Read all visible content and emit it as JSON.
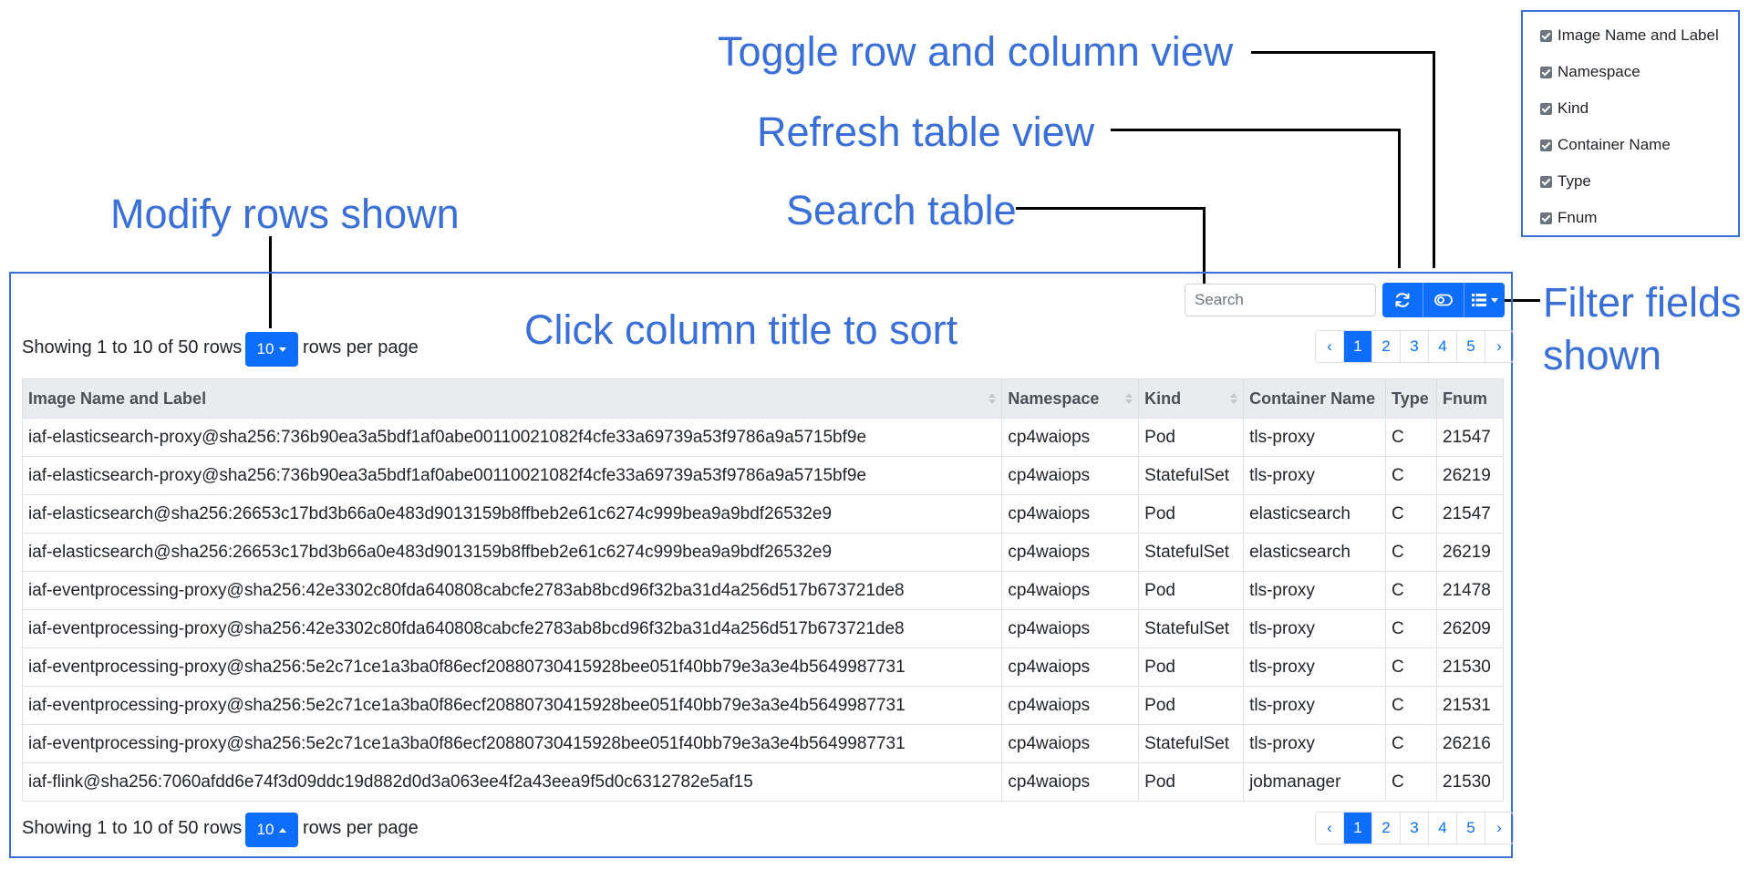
{
  "annotations": {
    "toggle": "Toggle row and column view",
    "refresh": "Refresh table view",
    "search": "Search table",
    "modify_rows": "Modify rows shown",
    "sort": "Click column title to sort",
    "filter_line1": "Filter fields",
    "filter_line2": "shown"
  },
  "column_options": [
    "Image Name and Label",
    "Namespace",
    "Kind",
    "Container Name",
    "Type",
    "Fnum"
  ],
  "search": {
    "placeholder": "Search"
  },
  "toolbar": {
    "icons": [
      "refresh-icon",
      "toggle-icon",
      "columns-icon"
    ]
  },
  "pagination_info": {
    "showing": "Showing 1 to 10 of 50 rows",
    "per_page": "10",
    "rows_per_page": "rows per page"
  },
  "pagination": {
    "prev": "‹",
    "next": "›",
    "pages": [
      "1",
      "2",
      "3",
      "4",
      "5"
    ],
    "active": "1"
  },
  "table": {
    "headers": [
      "Image Name and Label",
      "Namespace",
      "Kind",
      "Container Name",
      "Type",
      "Fnum"
    ],
    "rows": [
      [
        "iaf-elasticsearch-proxy@sha256:736b90ea3a5bdf1af0abe00110021082f4cfe33a69739a53f9786a9a5715bf9e",
        "cp4waiops",
        "Pod",
        "tls-proxy",
        "C",
        "21547"
      ],
      [
        "iaf-elasticsearch-proxy@sha256:736b90ea3a5bdf1af0abe00110021082f4cfe33a69739a53f9786a9a5715bf9e",
        "cp4waiops",
        "StatefulSet",
        "tls-proxy",
        "C",
        "26219"
      ],
      [
        "iaf-elasticsearch@sha256:26653c17bd3b66a0e483d9013159b8ffbeb2e61c6274c999bea9a9bdf26532e9",
        "cp4waiops",
        "Pod",
        "elasticsearch",
        "C",
        "21547"
      ],
      [
        "iaf-elasticsearch@sha256:26653c17bd3b66a0e483d9013159b8ffbeb2e61c6274c999bea9a9bdf26532e9",
        "cp4waiops",
        "StatefulSet",
        "elasticsearch",
        "C",
        "26219"
      ],
      [
        "iaf-eventprocessing-proxy@sha256:42e3302c80fda640808cabcfe2783ab8bcd96f32ba31d4a256d517b673721de8",
        "cp4waiops",
        "Pod",
        "tls-proxy",
        "C",
        "21478"
      ],
      [
        "iaf-eventprocessing-proxy@sha256:42e3302c80fda640808cabcfe2783ab8bcd96f32ba31d4a256d517b673721de8",
        "cp4waiops",
        "StatefulSet",
        "tls-proxy",
        "C",
        "26209"
      ],
      [
        "iaf-eventprocessing-proxy@sha256:5e2c71ce1a3ba0f86ecf20880730415928bee051f40bb79e3a3e4b5649987731",
        "cp4waiops",
        "Pod",
        "tls-proxy",
        "C",
        "21530"
      ],
      [
        "iaf-eventprocessing-proxy@sha256:5e2c71ce1a3ba0f86ecf20880730415928bee051f40bb79e3a3e4b5649987731",
        "cp4waiops",
        "Pod",
        "tls-proxy",
        "C",
        "21531"
      ],
      [
        "iaf-eventprocessing-proxy@sha256:5e2c71ce1a3ba0f86ecf20880730415928bee051f40bb79e3a3e4b5649987731",
        "cp4waiops",
        "StatefulSet",
        "tls-proxy",
        "C",
        "26216"
      ],
      [
        "iaf-flink@sha256:7060afdd6e74f3d09ddc19d882d0d3a063ee4f2a43eea9f5d0c6312782e5af15",
        "cp4waiops",
        "Pod",
        "jobmanager",
        "C",
        "21530"
      ]
    ]
  },
  "colors": {
    "annotation": "#3a6fd8",
    "primary": "#0d6efd",
    "header_bg": "#e9ecef"
  }
}
